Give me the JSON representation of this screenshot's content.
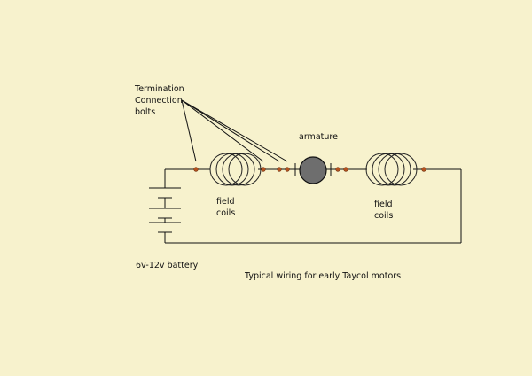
{
  "labels": {
    "bolts_line1": "Termination",
    "bolts_line2": "Connection",
    "bolts_line3": "bolts",
    "armature": "armature",
    "left_coils_line1": "field",
    "left_coils_line2": "coils",
    "right_coils_line1": "field",
    "right_coils_line2": "coils",
    "battery": "6v-12v battery",
    "caption": "Typical wiring for early Taycol motors"
  },
  "colors": {
    "background": "#f7f2cd",
    "wire": "#111111",
    "armature": "#6e6e6e",
    "bolt": "#b5531f"
  }
}
